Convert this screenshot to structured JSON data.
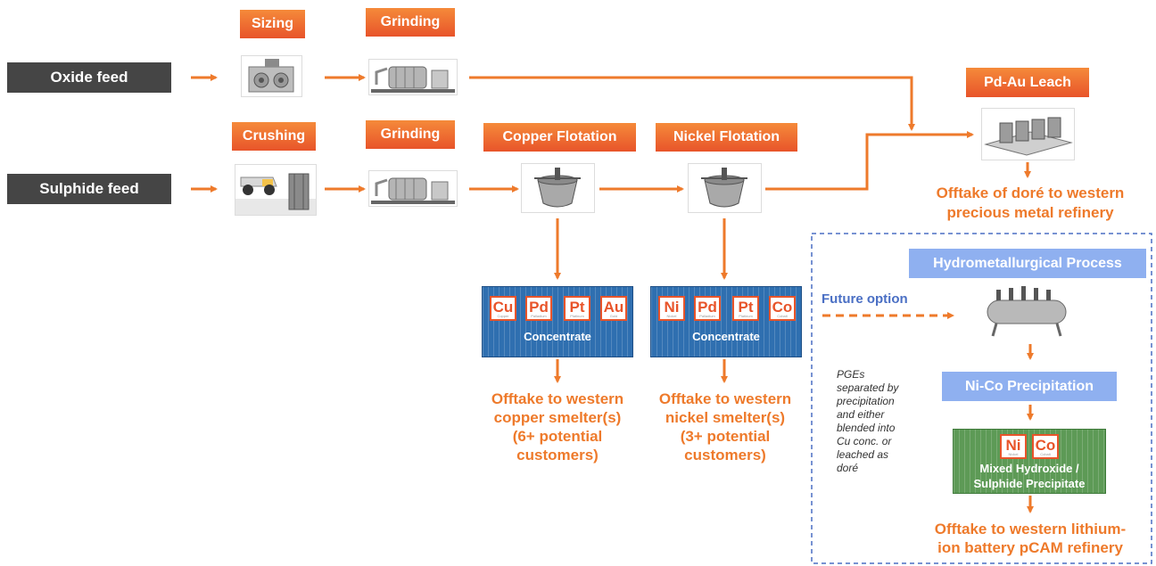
{
  "feeds": {
    "oxide": "Oxide feed",
    "sulphide": "Sulphide feed"
  },
  "stages": {
    "sizing": "Sizing",
    "grinding_oxide": "Grinding",
    "crushing": "Crushing",
    "grinding_sulphide": "Grinding",
    "copper_flotation": "Copper Flotation",
    "nickel_flotation": "Nickel Flotation",
    "pd_au_leach": "Pd-Au Leach"
  },
  "blue_boxes": {
    "hydromet": "Hydrometallurgical Process",
    "nico": "Ni-Co Precipitation"
  },
  "copper_concentrate": {
    "elements": [
      {
        "symbol": "Cu",
        "name": "Copper"
      },
      {
        "symbol": "Pd",
        "name": "Palladium"
      },
      {
        "symbol": "Pt",
        "name": "Platinum"
      },
      {
        "symbol": "Au",
        "name": "Gold"
      }
    ],
    "label": "Concentrate"
  },
  "nickel_concentrate": {
    "elements": [
      {
        "symbol": "Ni",
        "name": "Nickel"
      },
      {
        "symbol": "Pd",
        "name": "Palladium"
      },
      {
        "symbol": "Pt",
        "name": "Platinum"
      },
      {
        "symbol": "Co",
        "name": "Cobalt"
      }
    ],
    "label": "Concentrate"
  },
  "mhp": {
    "elements": [
      {
        "symbol": "Ni",
        "name": "Nickel"
      },
      {
        "symbol": "Co",
        "name": "Cobalt"
      }
    ],
    "label_line1": "Mixed Hydroxide /",
    "label_line2": "Sulphide  Precipitate"
  },
  "offtakes": {
    "copper": [
      "Offtake to western",
      "copper smelter(s)",
      "(6+ potential",
      "customers)"
    ],
    "nickel": [
      "Offtake to western",
      "nickel smelter(s)",
      "(3+ potential",
      "customers)"
    ],
    "dore": [
      "Offtake of doré to western",
      "precious metal refinery"
    ],
    "lithium": [
      "Offtake to western lithium-",
      "ion battery pCAM refinery"
    ]
  },
  "future_option": "Future option",
  "pge_note": [
    "PGEs",
    "separated by",
    "precipitation",
    "and either",
    "blended into",
    "Cu conc. or",
    "leached as",
    "doré"
  ],
  "colors": {
    "orange": "#ee7a2b",
    "stage_orange": "#e8542a",
    "feed_gray": "#454545",
    "blue_box": "#8fb0f0",
    "container_blue": "#2f6fb0",
    "container_green": "#5d9a56",
    "dashed_border": "#4a6fc4"
  }
}
